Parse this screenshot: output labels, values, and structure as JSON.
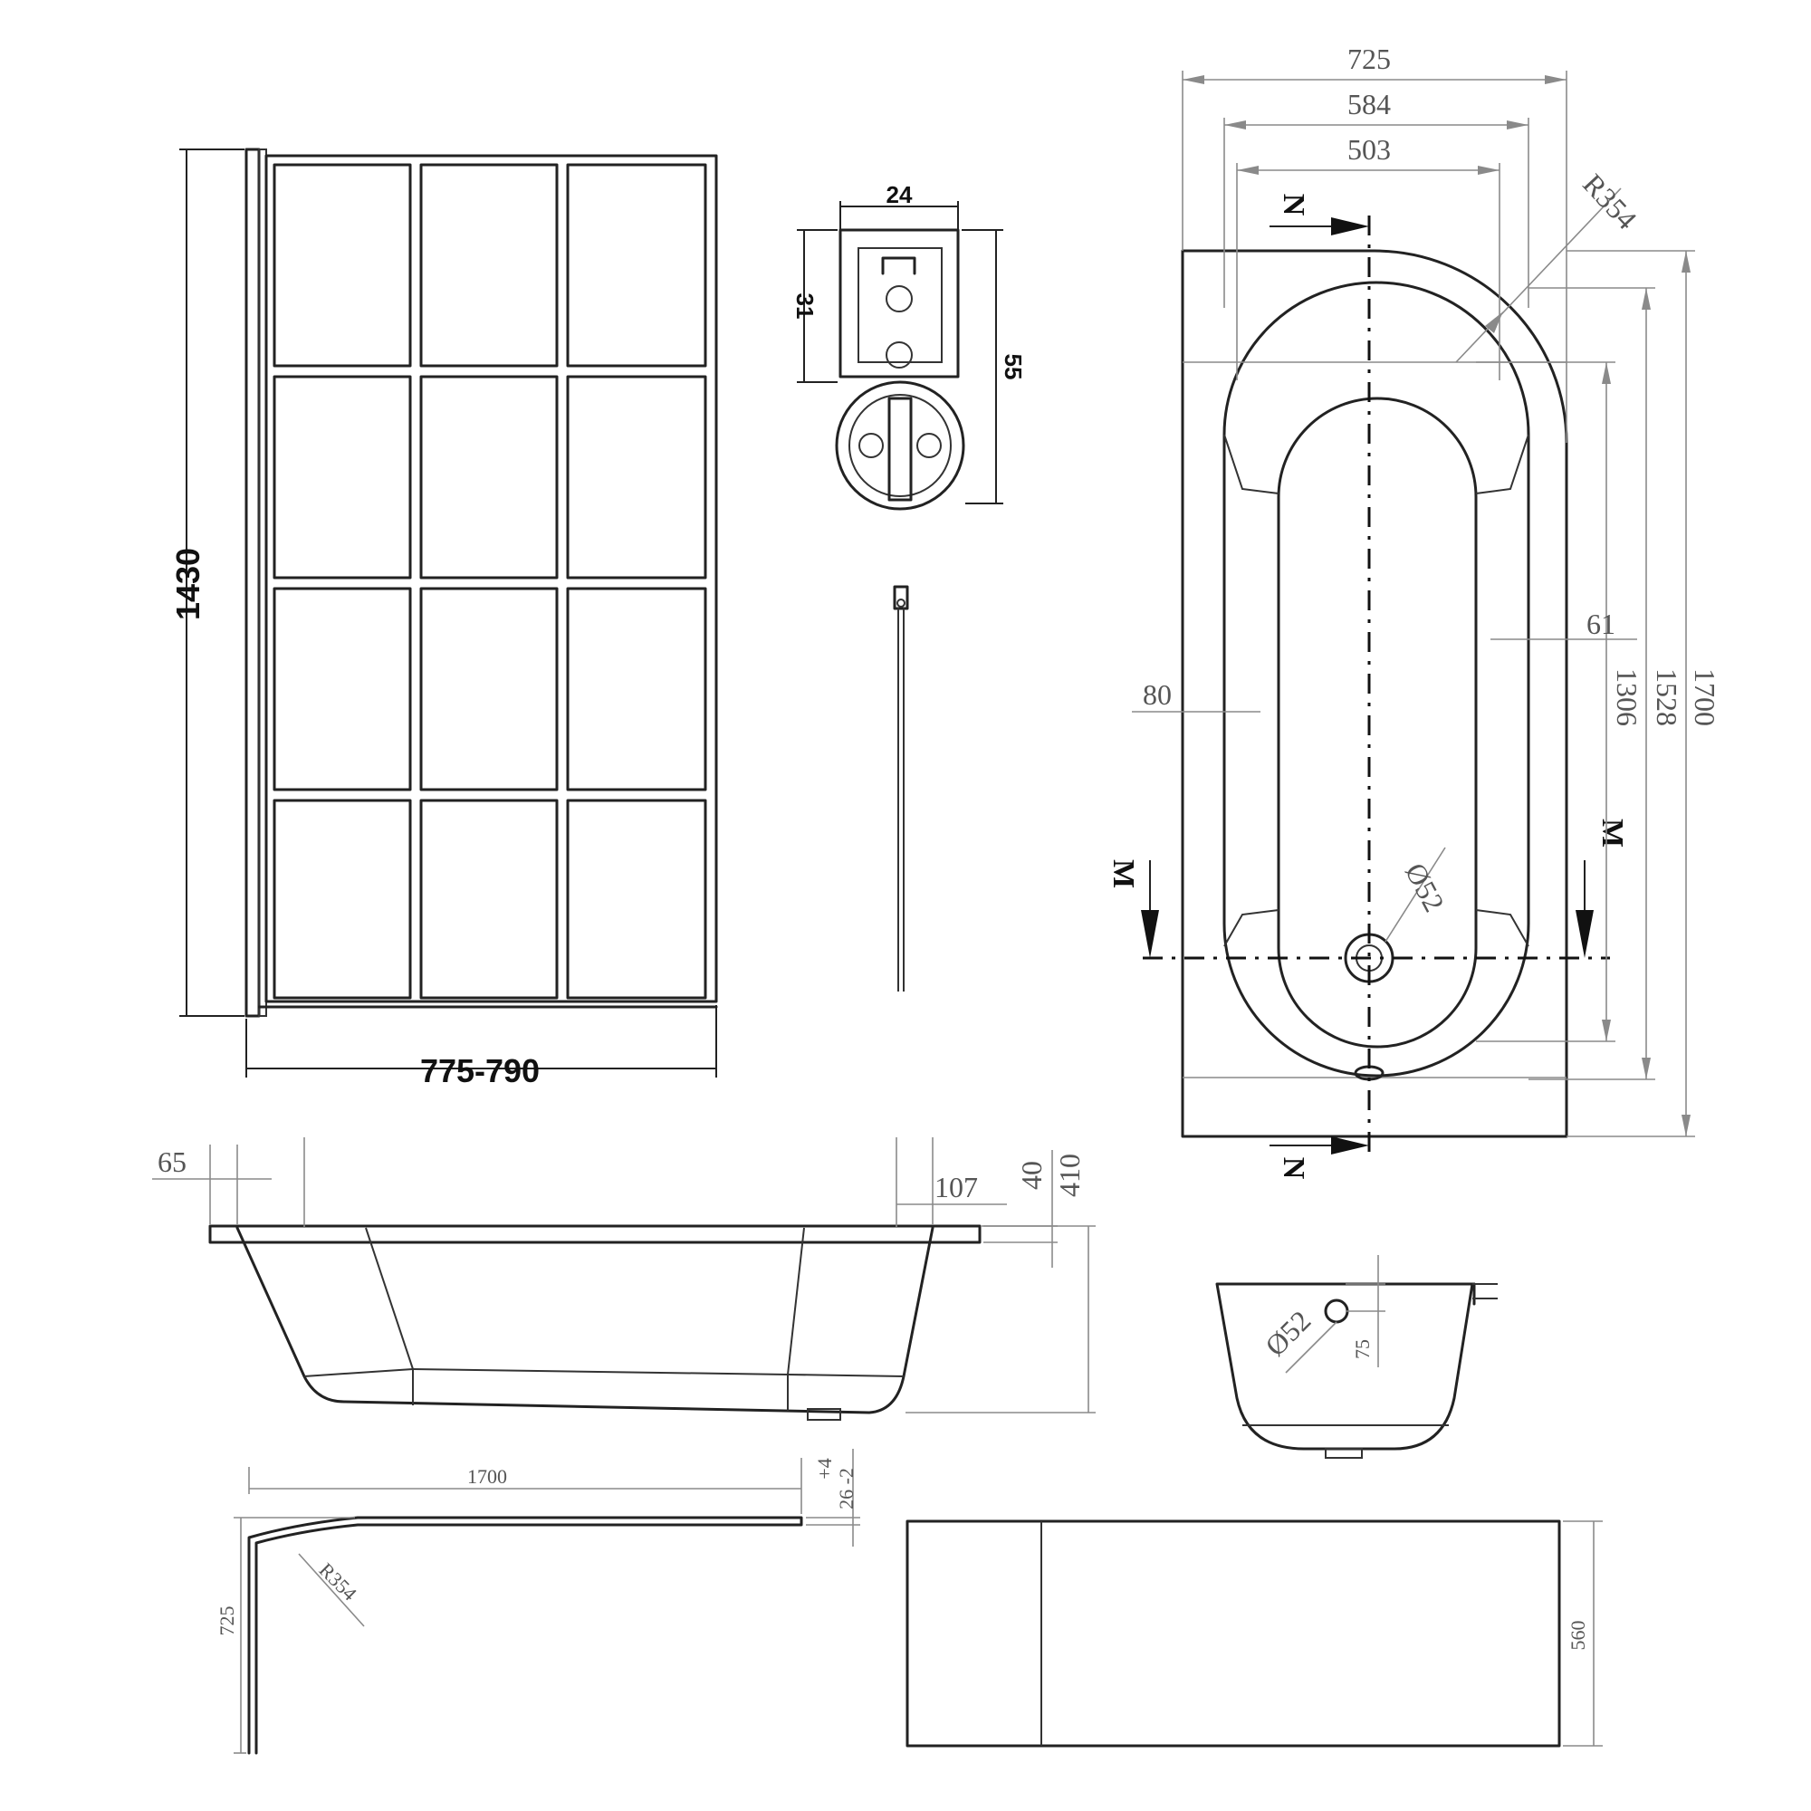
{
  "screen_dims": {
    "height_1430": "1430",
    "width_775_790": "775-790",
    "profile_24": "24",
    "profile_31": "31",
    "profile_55": "55"
  },
  "plan_dims": {
    "w_725": "725",
    "w_584": "584",
    "w_503": "503",
    "r_354": "R354",
    "d_61": "61",
    "d_80": "80",
    "l_1306": "1306",
    "l_1528": "1528",
    "l_1700": "1700",
    "waste_52": "Ø52"
  },
  "section_markers": {
    "n_top": "N",
    "n_bottom": "N",
    "m_left": "M",
    "m_right": "M"
  },
  "side_dims": {
    "d_65": "65",
    "d_107": "107",
    "d_40": "40",
    "d_410": "410"
  },
  "end_dims": {
    "waste_52": "Ø52",
    "d_75": "75"
  },
  "panel_dims": {
    "l_1700": "1700",
    "tol": "+4",
    "thick": "26 -2",
    "r_354": "R354",
    "w_725": "725",
    "h_560": "560"
  }
}
